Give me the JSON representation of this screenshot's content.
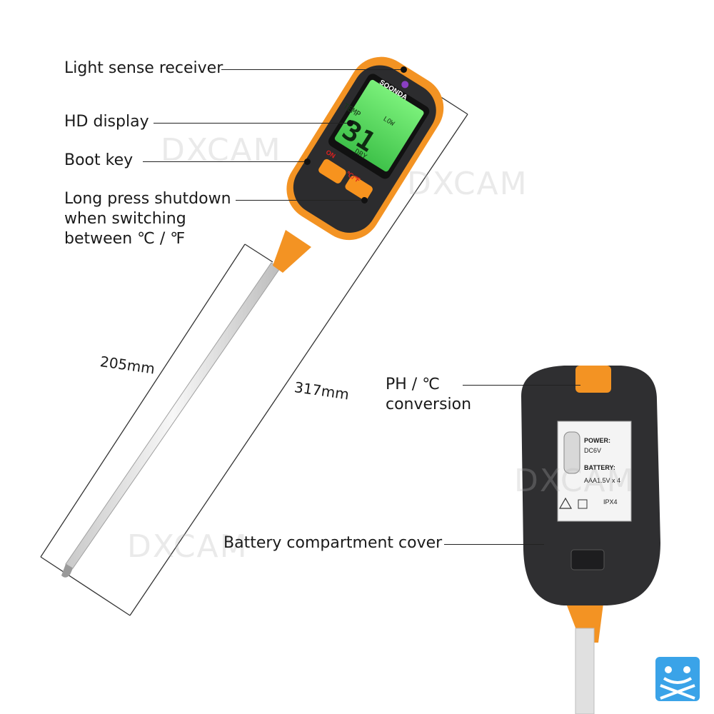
{
  "callouts": {
    "light_sense_receiver": "Light sense receiver",
    "hd_display": "HD display",
    "boot_key": "Boot key",
    "long_press": [
      "Long press shutdown",
      "when switching",
      "between ℃ / ℉"
    ],
    "ph_conversion": [
      "PH / ℃",
      "conversion"
    ],
    "battery_cover": "Battery compartment cover"
  },
  "dimensions": {
    "probe_length": "205mm",
    "total_length": "317mm"
  },
  "device": {
    "brand": "SOONDA",
    "lcd_top_left": "TEMP",
    "lcd_top_right": "LOW",
    "lcd_digits": "31",
    "lcd_bottom": "DRY",
    "on_key": "ON",
    "unit_key": "℃/℉"
  },
  "back_label": {
    "power_title": "POWER:",
    "power_value": "DC6V",
    "battery_title": "BATTERY:",
    "battery_value": "AAA1.5V x 4",
    "rating": "IPX4"
  },
  "watermarks": [
    "DXCAM",
    "DXCAM",
    "DXCAM",
    "DXCAM"
  ],
  "colors": {
    "orange": "#f39323",
    "body_dark": "#2f2f31",
    "lcd_green": "#5fe05a",
    "logo_blue": "#3aa3e8"
  }
}
